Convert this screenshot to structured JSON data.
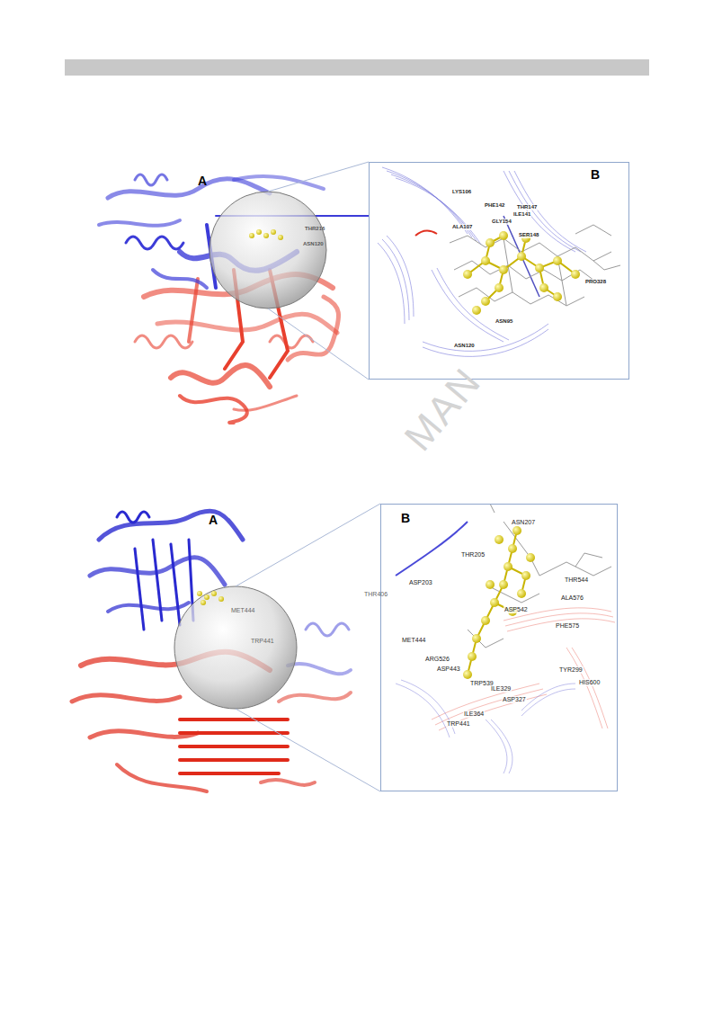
{
  "diagram": {
    "nodes": [
      {
        "text": [
          "B"
        ]
      },
      {
        "text": [
          "B"
        ]
      }
    ],
    "labels": [
      "A",
      "THR216",
      "ASN120",
      "LYS106",
      "PHE142",
      "THR147",
      "ILE141",
      "GLY154",
      "ALA107",
      "SER148",
      "PRO328",
      "ASN95",
      "ASN120",
      "A",
      "THR406",
      "MET444",
      "TRP441",
      "ASN207",
      "THR205",
      "ASP203",
      "ASP542",
      "THR544",
      "ALA576",
      "PHE575",
      "MET444",
      "ARG526",
      "ASP443",
      "TRP539",
      "TYR299",
      "HIS600",
      "ILE329",
      "ASP327",
      "ILE364",
      "TRP441",
      "MAN"
    ]
  }
}
